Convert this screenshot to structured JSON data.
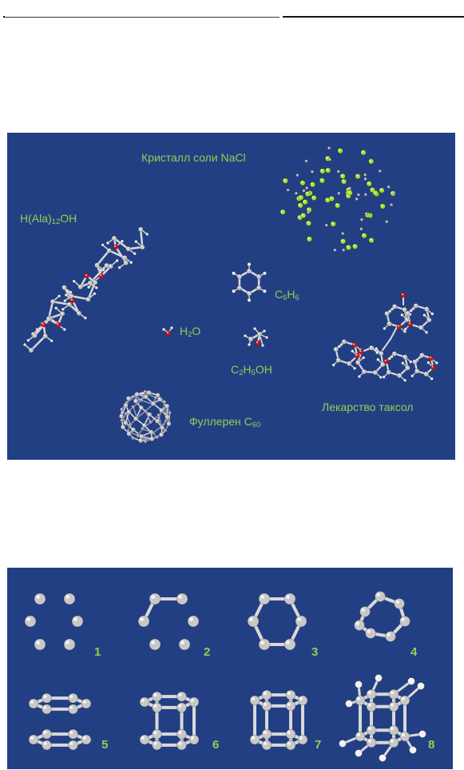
{
  "labels": {
    "nacl": "Кристалл соли NaCl",
    "ala_pre": "H(Ala)",
    "ala_sub": "12",
    "ala_post": "OH",
    "benzene_c": "C",
    "benzene_c_sub": "6",
    "benzene_h": "H",
    "benzene_h_sub": "6",
    "water_h": "H",
    "water_sub": "2",
    "water_o": "O",
    "ethanol_c": "C",
    "ethanol_c_sub": "2",
    "ethanol_h": "H",
    "ethanol_h_sub": "5",
    "ethanol_oh": "OH",
    "taxol": "Лекарство таксол",
    "fullerene_pre": "Фуллерен C",
    "fullerene_sub": "60"
  },
  "cluster_numbers": [
    "1",
    "2",
    "3",
    "4",
    "5",
    "6",
    "7",
    "8"
  ],
  "colors": {
    "panel_background": "#233f84",
    "label_text": "#8fd14f",
    "atom_gray": "#c8c8c8",
    "atom_red": "#e01010",
    "chloride_green": "#a6e22e"
  }
}
